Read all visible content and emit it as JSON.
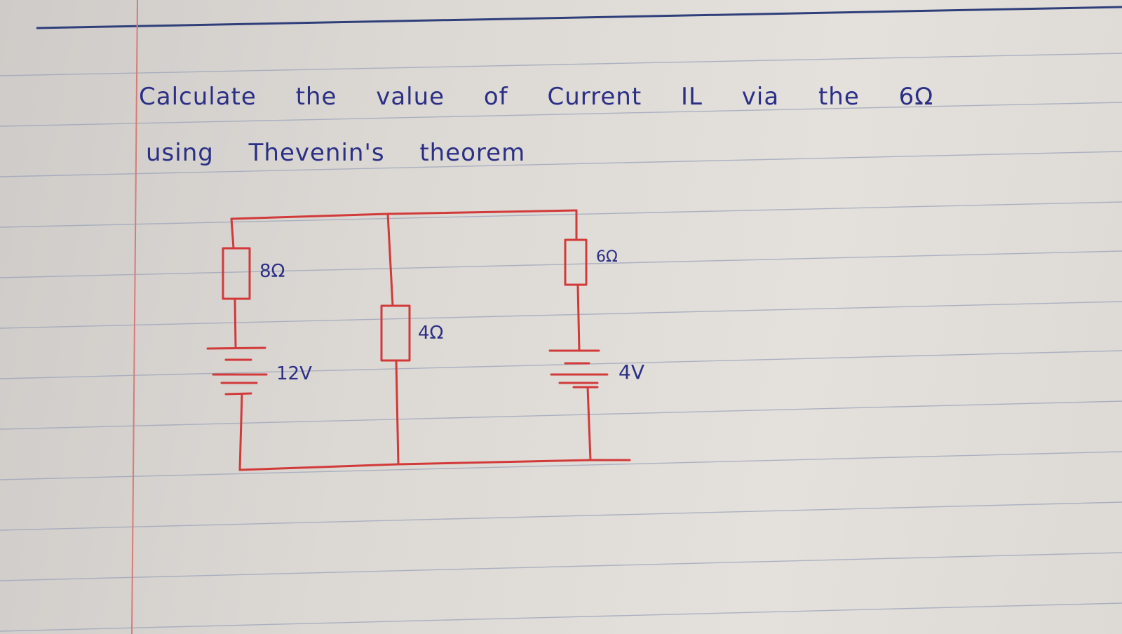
{
  "question": {
    "line1": "Calculate the value of Current IL via the 6Ω",
    "line2": "using Thevenin's theorem"
  },
  "circuit": {
    "left_resistor": "8Ω",
    "middle_resistor": "4Ω",
    "right_resistor": "6Ω",
    "left_source": "12V",
    "right_source": "4V"
  },
  "colors": {
    "ink_blue": "#2b2f86",
    "ink_red": "#d23a3a",
    "ruling_line": "#9aa3b8",
    "margin_line": "#d87a7a"
  }
}
